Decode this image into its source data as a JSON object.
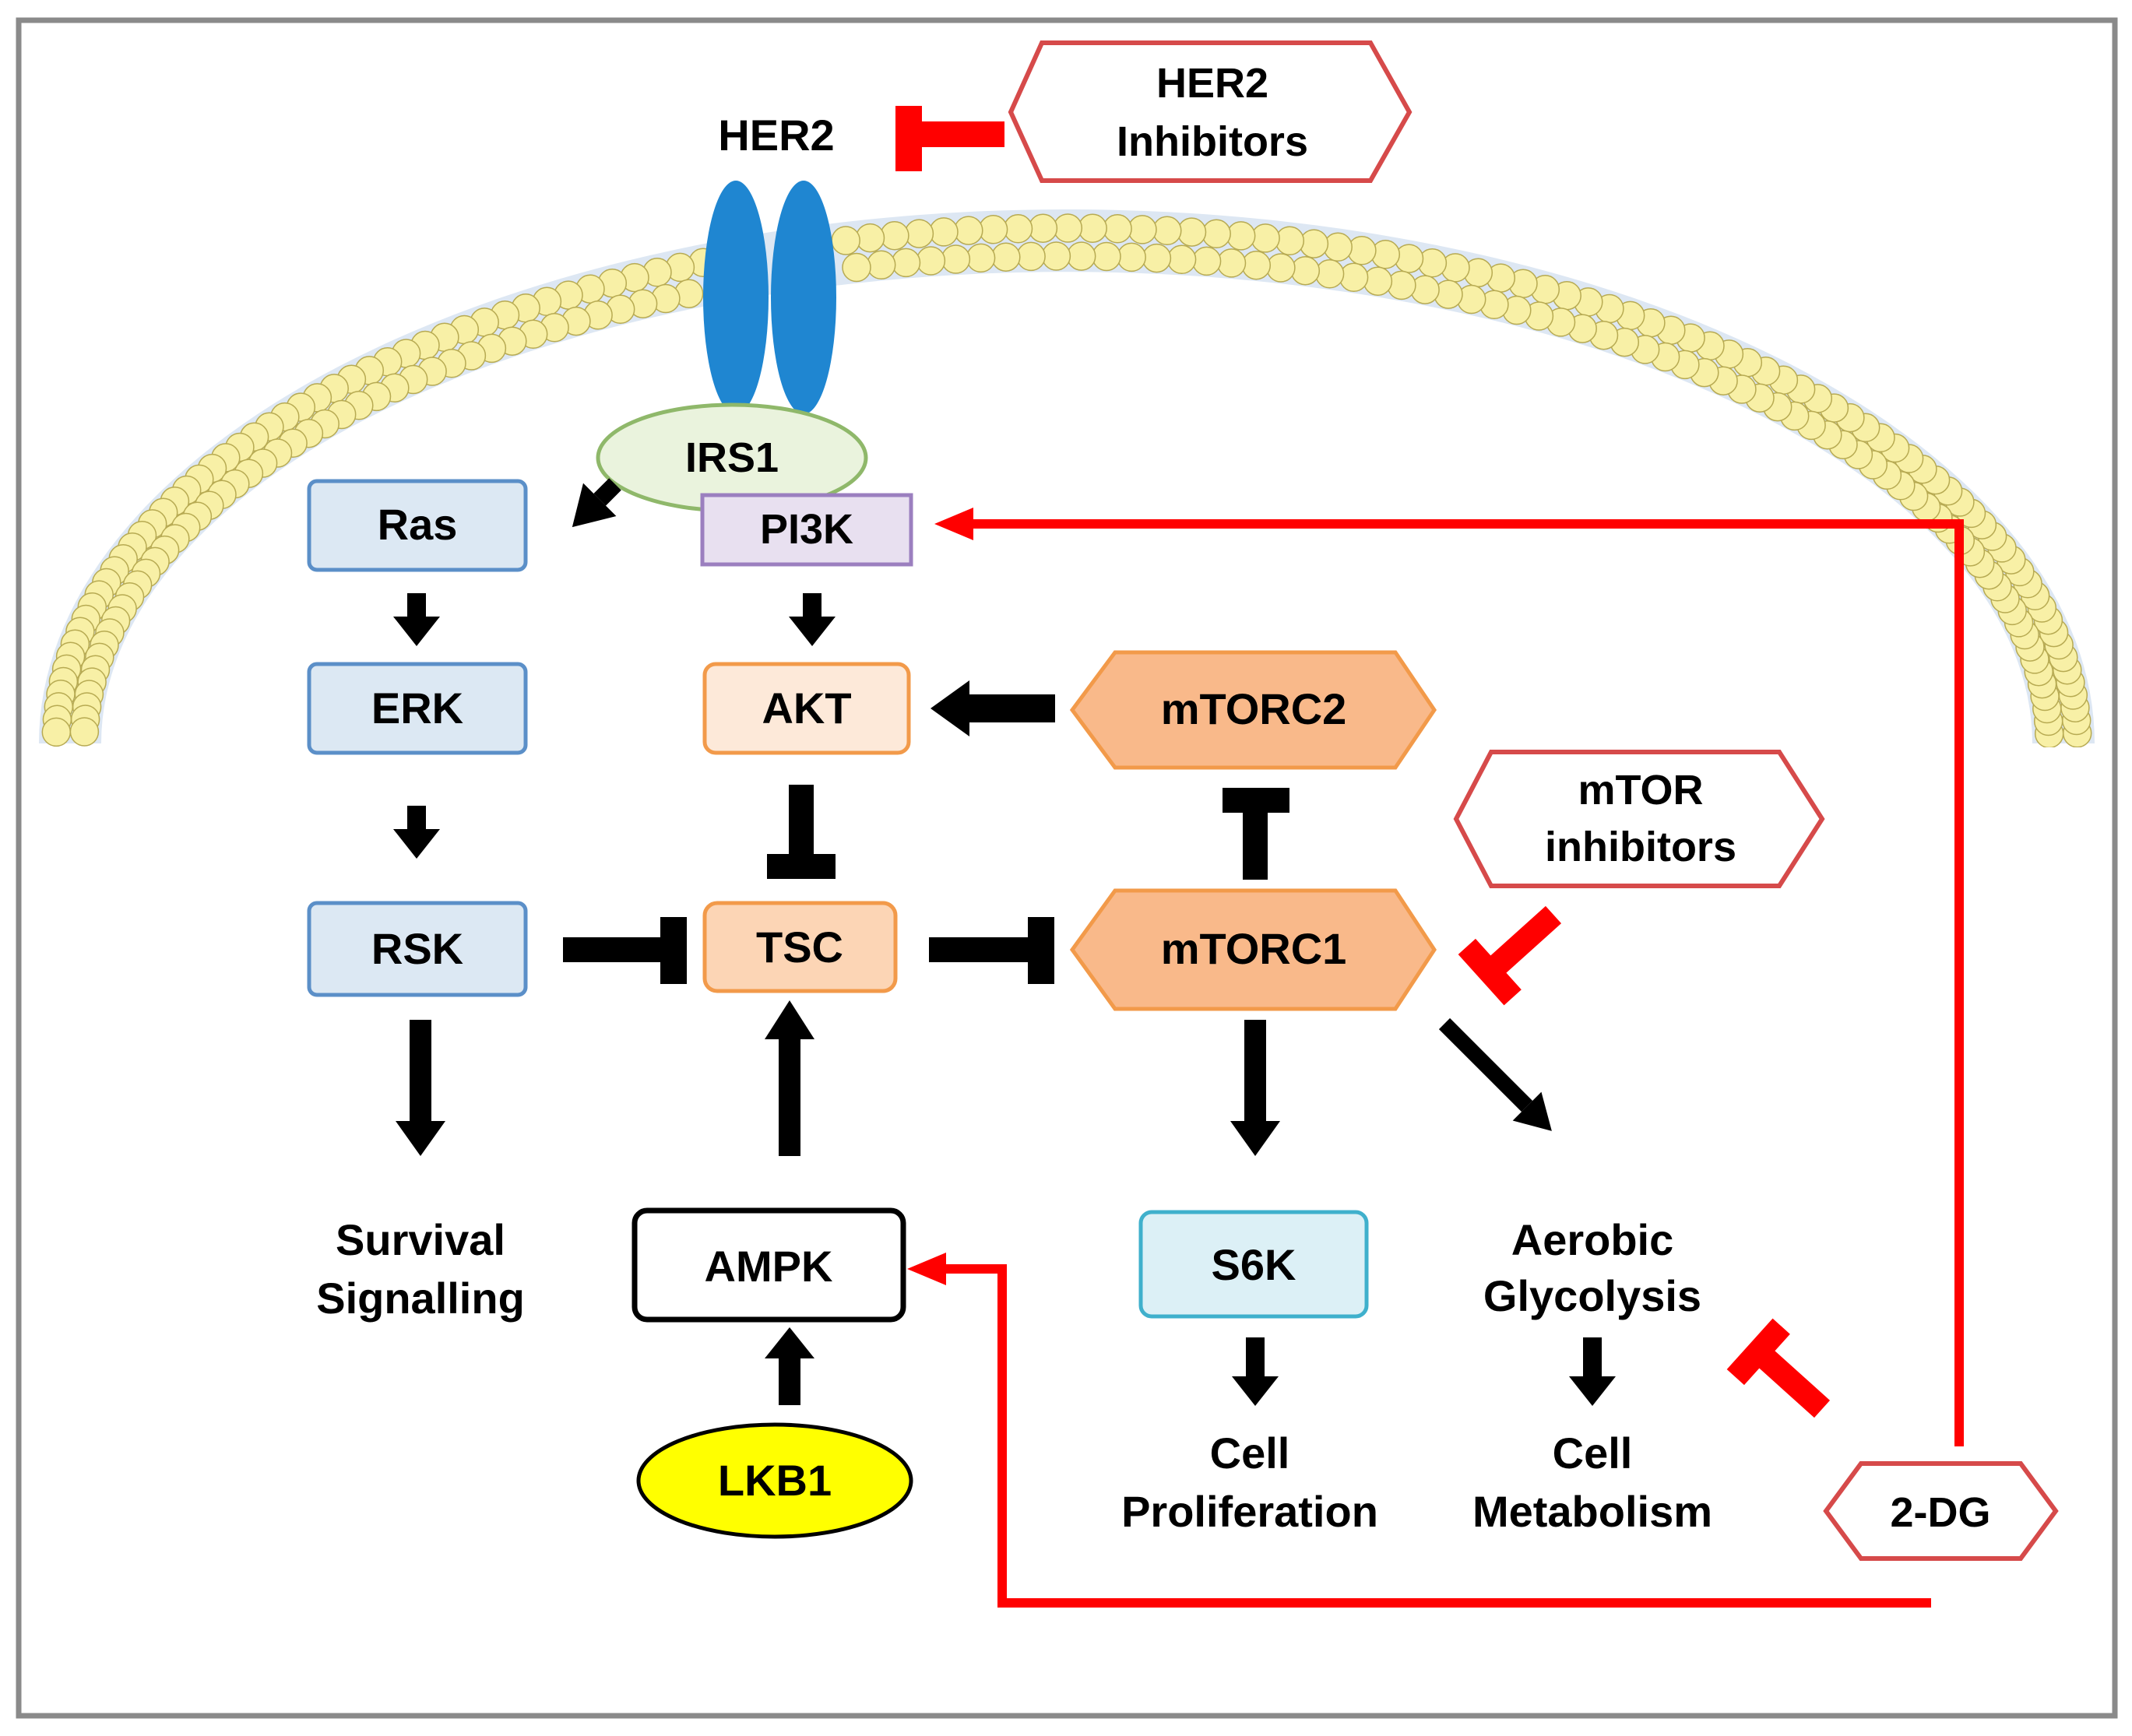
{
  "nodes": {
    "her2": "HER2",
    "her2_inhibitors_line1": "HER2",
    "her2_inhibitors_line2": "Inhibitors",
    "irs1": "IRS1",
    "ras": "Ras",
    "pi3k": "PI3K",
    "erk": "ERK",
    "akt": "AKT",
    "mtorc2": "mTORC2",
    "mtor_inhibitors_line1": "mTOR",
    "mtor_inhibitors_line2": "inhibitors",
    "rsk": "RSK",
    "tsc": "TSC",
    "mtorc1": "mTORC1",
    "survival_line1": "Survival",
    "survival_line2": "Signalling",
    "ampk": "AMPK",
    "s6k": "S6K",
    "aerobic_line1": "Aerobic",
    "aerobic_line2": "Glycolysis",
    "lkb1": "LKB1",
    "cell_prolif_line1": "Cell",
    "cell_prolif_line2": "Proliferation",
    "cell_metab_line1": "Cell",
    "cell_metab_line2": "Metabolism",
    "two_dg": "2-DG"
  },
  "colors": {
    "activation_arrow": "#000000",
    "drug_effect": "#ff0000",
    "inhibitor_border": "#d64a4a",
    "mapk_fill": "#dce8f3",
    "mapk_border": "#5b8fc8",
    "receptor": "#1f86d1",
    "irs1_fill": "#eaf3dd",
    "irs1_border": "#8fb86a",
    "pi3k_fill": "#e8e0f0",
    "pi3k_border": "#9b7fbf",
    "akt_fill": "#fde9d9",
    "tsc_fill": "#fcd5b5",
    "mtor_fill": "#f9b98a",
    "orange_border": "#f29a4a",
    "s6k_fill": "#dcf0f6",
    "s6k_border": "#3fb0cc",
    "lkb1_fill": "#ffff00",
    "membrane_head": "#f8f0a6"
  }
}
